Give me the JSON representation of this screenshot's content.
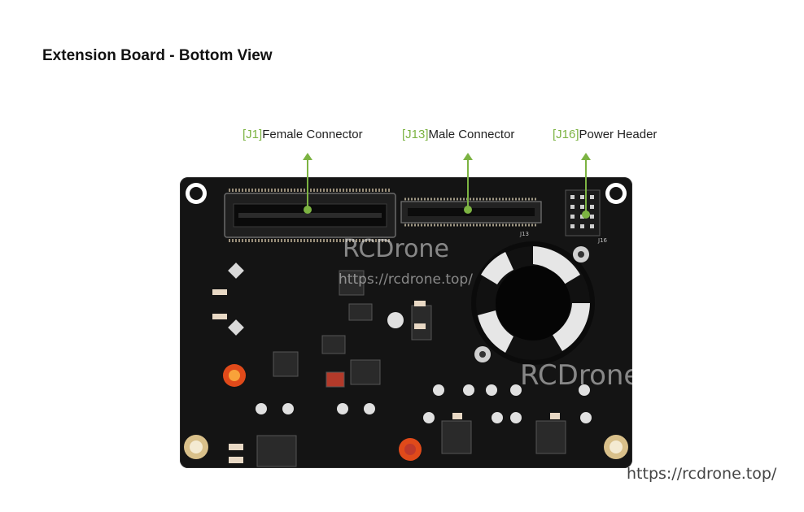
{
  "title": "Extension Board - Bottom View",
  "callouts": [
    {
      "ref": "[J1]",
      "label": "Female Connector"
    },
    {
      "ref": "[J13]",
      "label": "Male Connector"
    },
    {
      "ref": "[J16]",
      "label": "Power Header"
    }
  ],
  "silkscreen": {
    "j13": "J13",
    "j16": "J16"
  },
  "watermarks": {
    "brand": "RCDrone",
    "url_on_board": "https://rcdrone.top/",
    "url": "https://rcdrone.top/"
  },
  "colors": {
    "accent": "#7cb342",
    "board": "#141414"
  }
}
